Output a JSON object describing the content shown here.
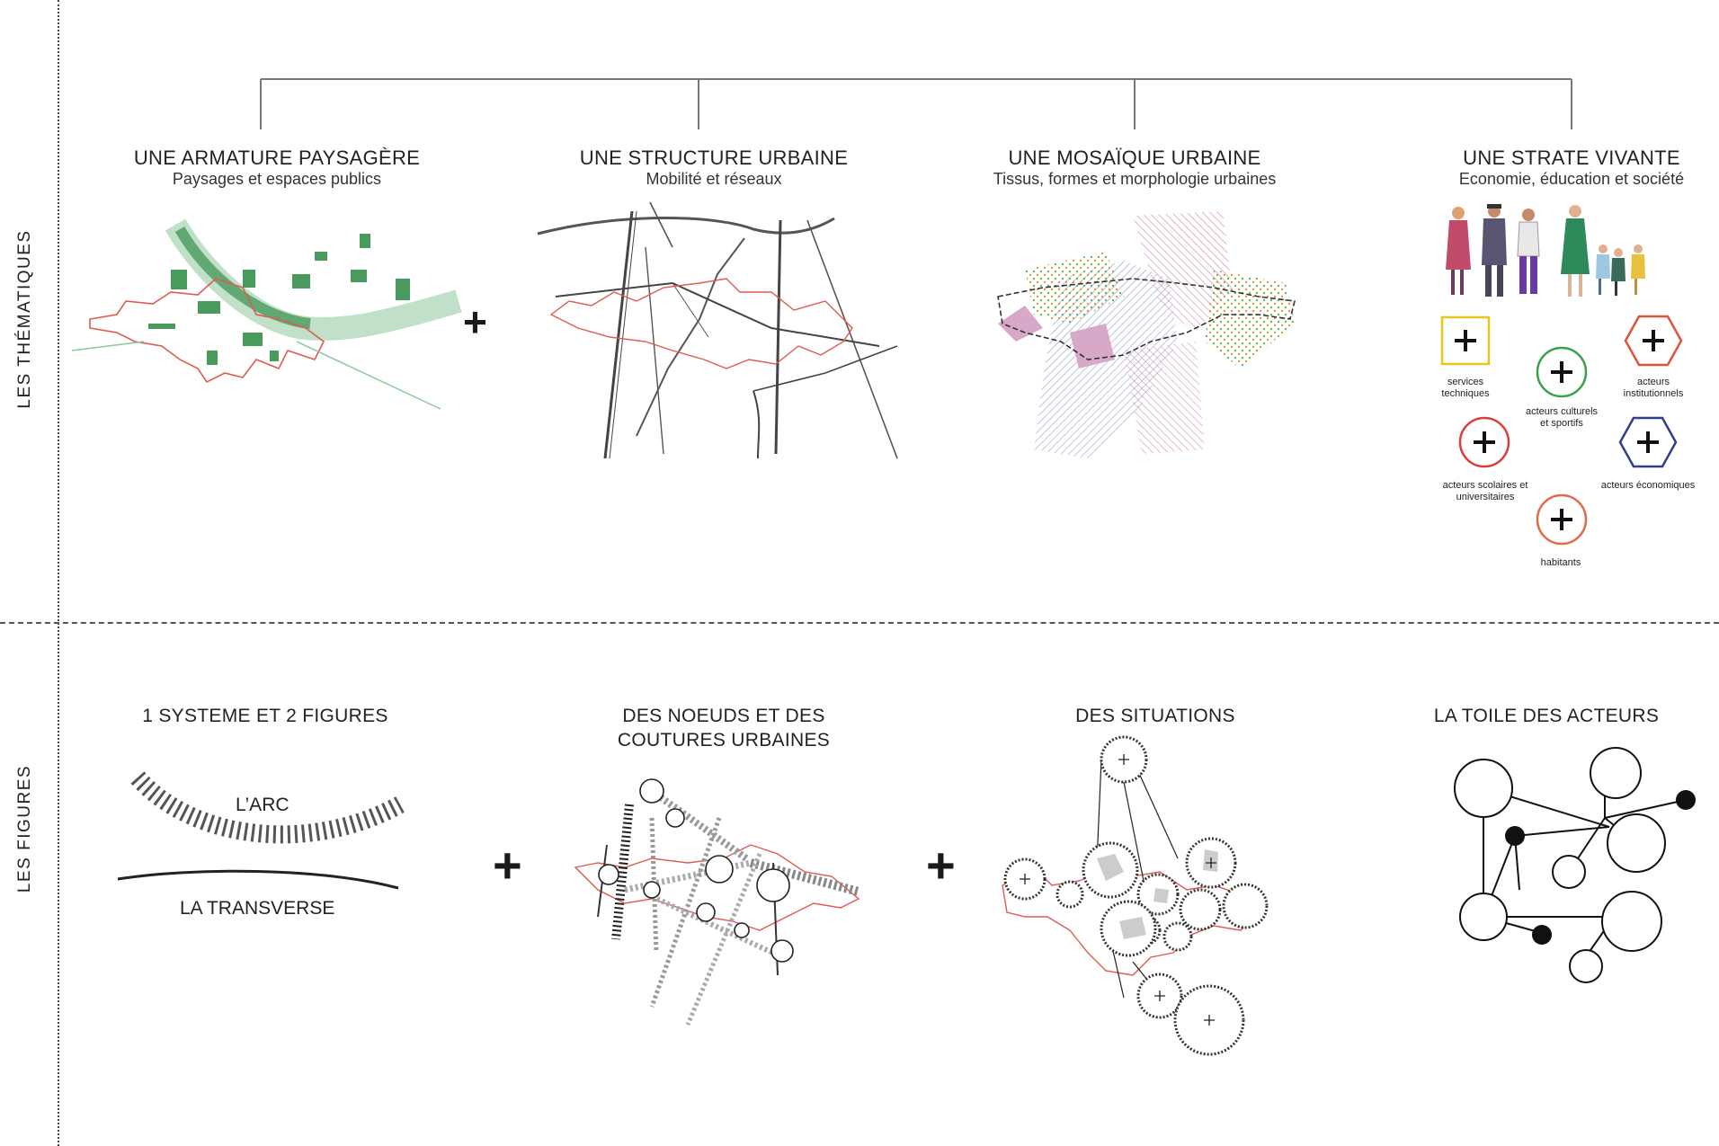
{
  "sections": {
    "top_label": "LES THÉMATIQUES",
    "bottom_label": "LES FIGURES"
  },
  "thematiques": [
    {
      "title": "UNE ARMATURE PAYSAGÈRE",
      "subtitle": "Paysages et espaces publics"
    },
    {
      "title": "UNE STRUCTURE URBAINE",
      "subtitle": "Mobilité et réseaux"
    },
    {
      "title": "UNE MOSAÏQUE URBAINE",
      "subtitle": "Tissus, formes et morphologie urbaines"
    },
    {
      "title": "UNE STRATE VIVANTE",
      "subtitle": "Economie, éducation et société"
    }
  ],
  "actors": [
    {
      "label": "services techniques",
      "color": "#e6c619",
      "shape": "square"
    },
    {
      "label": "acteurs culturels et sportifs",
      "color": "#3aa04a",
      "shape": "circle"
    },
    {
      "label": "acteurs institutionnels",
      "color": "#e0533a",
      "shape": "hexagon"
    },
    {
      "label": "acteurs scolaires et universitaires",
      "color": "#d9403a",
      "shape": "circle"
    },
    {
      "label": "acteurs économiques",
      "color": "#2f3d8f",
      "shape": "hexagon"
    },
    {
      "label": "habitants",
      "color": "#e06a4a",
      "shape": "circle"
    }
  ],
  "figures": [
    {
      "title": "1 SYSTEME ET 2 FIGURES",
      "labels": {
        "arc": "L’ARC",
        "transverse": "LA TRANSVERSE"
      }
    },
    {
      "title": "DES NOEUDS ET DES COUTURES URBAINES"
    },
    {
      "title": "DES SITUATIONS"
    },
    {
      "title": "LA TOILE DES ACTEURS"
    }
  ],
  "operator": "+",
  "colors": {
    "landscape_green": "#4a9a5e",
    "boundary_red": "#e05a50",
    "line_grey": "#555555"
  }
}
